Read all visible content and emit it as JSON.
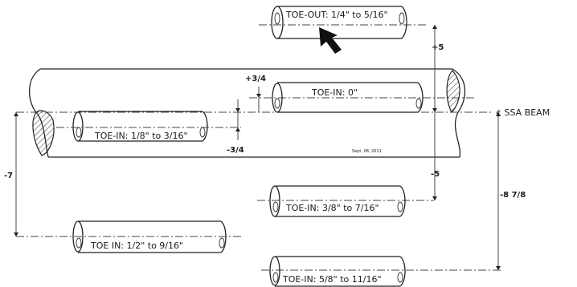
{
  "labels": {
    "toe_out": "TOE-OUT: 1/4\" to 5/16\"",
    "toe_in_zero": "TOE-IN: 0\"",
    "toe_in_1_8": "TOE-IN: 1/8\" to 3/16\"",
    "toe_in_3_8": "TOE-IN: 3/8\" to 7/16\"",
    "toe_in_1_2": "TOE IN: 1/2\" to 9/16\"",
    "toe_in_5_8": "TOE-IN: 5/8\" to 11/16\"",
    "centerline": "¢ SSA BEAM",
    "date": "Sept. 08, 2011"
  },
  "dimensions": {
    "plus_5": "+5",
    "plus_3_4": "+3/4",
    "minus_3_4": "-3/4",
    "minus_5": "-5",
    "minus_7": "-7",
    "minus_8_7_8": "-8 7/8"
  }
}
